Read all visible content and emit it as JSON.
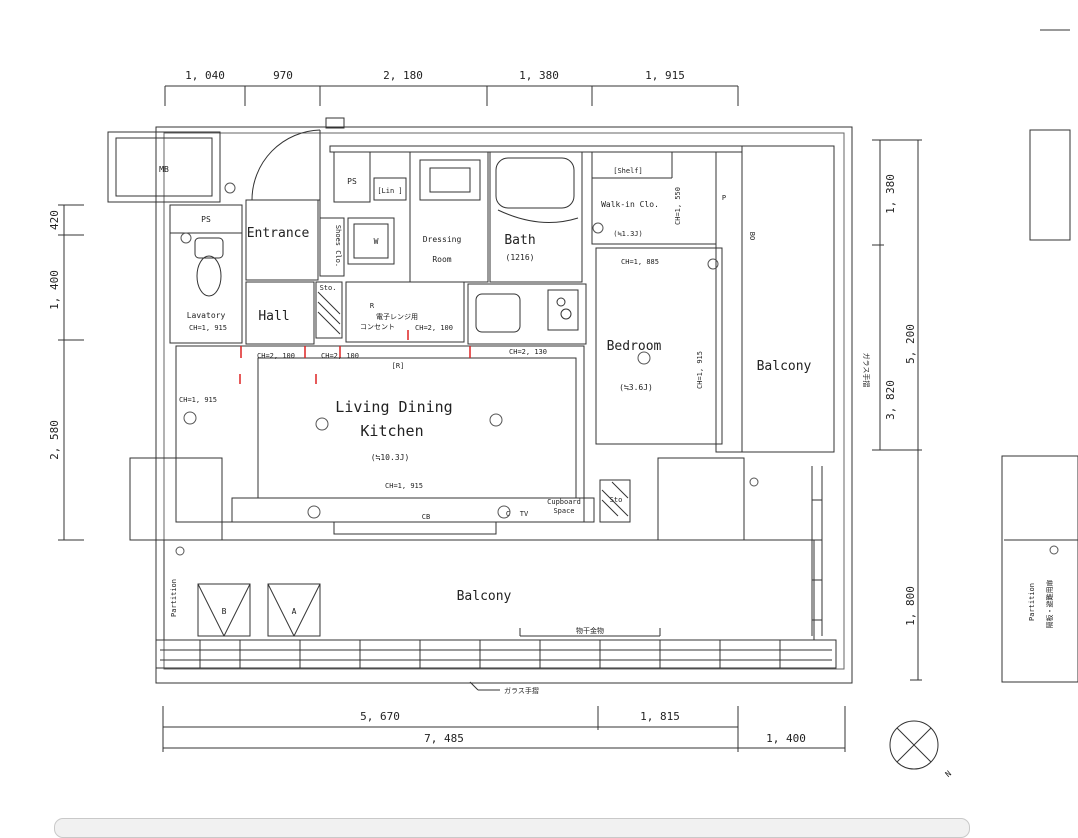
{
  "top_dimensions": [
    "1, 040",
    "970",
    "2, 180",
    "1, 380",
    "1, 915"
  ],
  "left_dimensions": [
    "420",
    "1, 400",
    "2, 580"
  ],
  "right_dimensions": [
    "1, 380",
    "5, 200",
    "3, 820",
    "1, 800"
  ],
  "bottom_dimensions_row1": [
    "5, 670",
    "1, 815"
  ],
  "bottom_dimensions_row2": [
    "7, 485",
    "1, 400"
  ],
  "rooms": {
    "mb": "MB",
    "ps_top": "PS",
    "ps_left": "PS",
    "entrance": "Entrance",
    "shoes_clo": "Shoes Clo.",
    "lin": "[Lin ]",
    "w": "W",
    "dressing_1": "Dressing",
    "dressing_2": "Room",
    "bath": "Bath",
    "bath_size": "(1216)",
    "shelf": "[Shelf]",
    "walkin": "Walk-in Clo.",
    "walkin_size": "(≒1.3J)",
    "p": "P",
    "bo": "BO",
    "lavatory": "Lavatory",
    "hall": "Hall",
    "sto_top": "Sto.",
    "r": "R",
    "range_1": "電子レンジ用",
    "range_2": "コンセント",
    "bedroom": "Bedroom",
    "bedroom_size": "(≒3.6J)",
    "balcony_right": "Balcony",
    "ldk_1": "Living Dining",
    "ldk_2": "Kitchen",
    "ldk_size": "(≒10.3J)",
    "cupboard_1": "Cupboard",
    "cupboard_2": "Space",
    "sto_bottom": "Sto",
    "cb": "CB",
    "c": "C",
    "tv": "TV",
    "balcony_bottom": "Balcony",
    "partition_left": "Partition",
    "partition_right": "Partition",
    "b_unit": "B",
    "a_unit": "A",
    "kitchen_tag": "[R]",
    "mono_hoshi": "物干金物",
    "glass_rail_bottom": "ガラス手摺",
    "glass_rail_right": "ガラス手摺",
    "evac_note": "隔板・避難用扉",
    "north": "N"
  },
  "ceiling_heights": {
    "lavatory": "CH=1, 915",
    "walkin": "CH=1, 550",
    "bedroom_top": "CH=1, 885",
    "range": "CH=2, 100",
    "hall_a": "CH=2, 100",
    "hall_b": "CH=2, 100",
    "kitchen": "CH=2, 130",
    "left_wall": "CH=1, 915",
    "bedroom_side": "CH=1, 915",
    "ldk": "CH=1, 915"
  }
}
